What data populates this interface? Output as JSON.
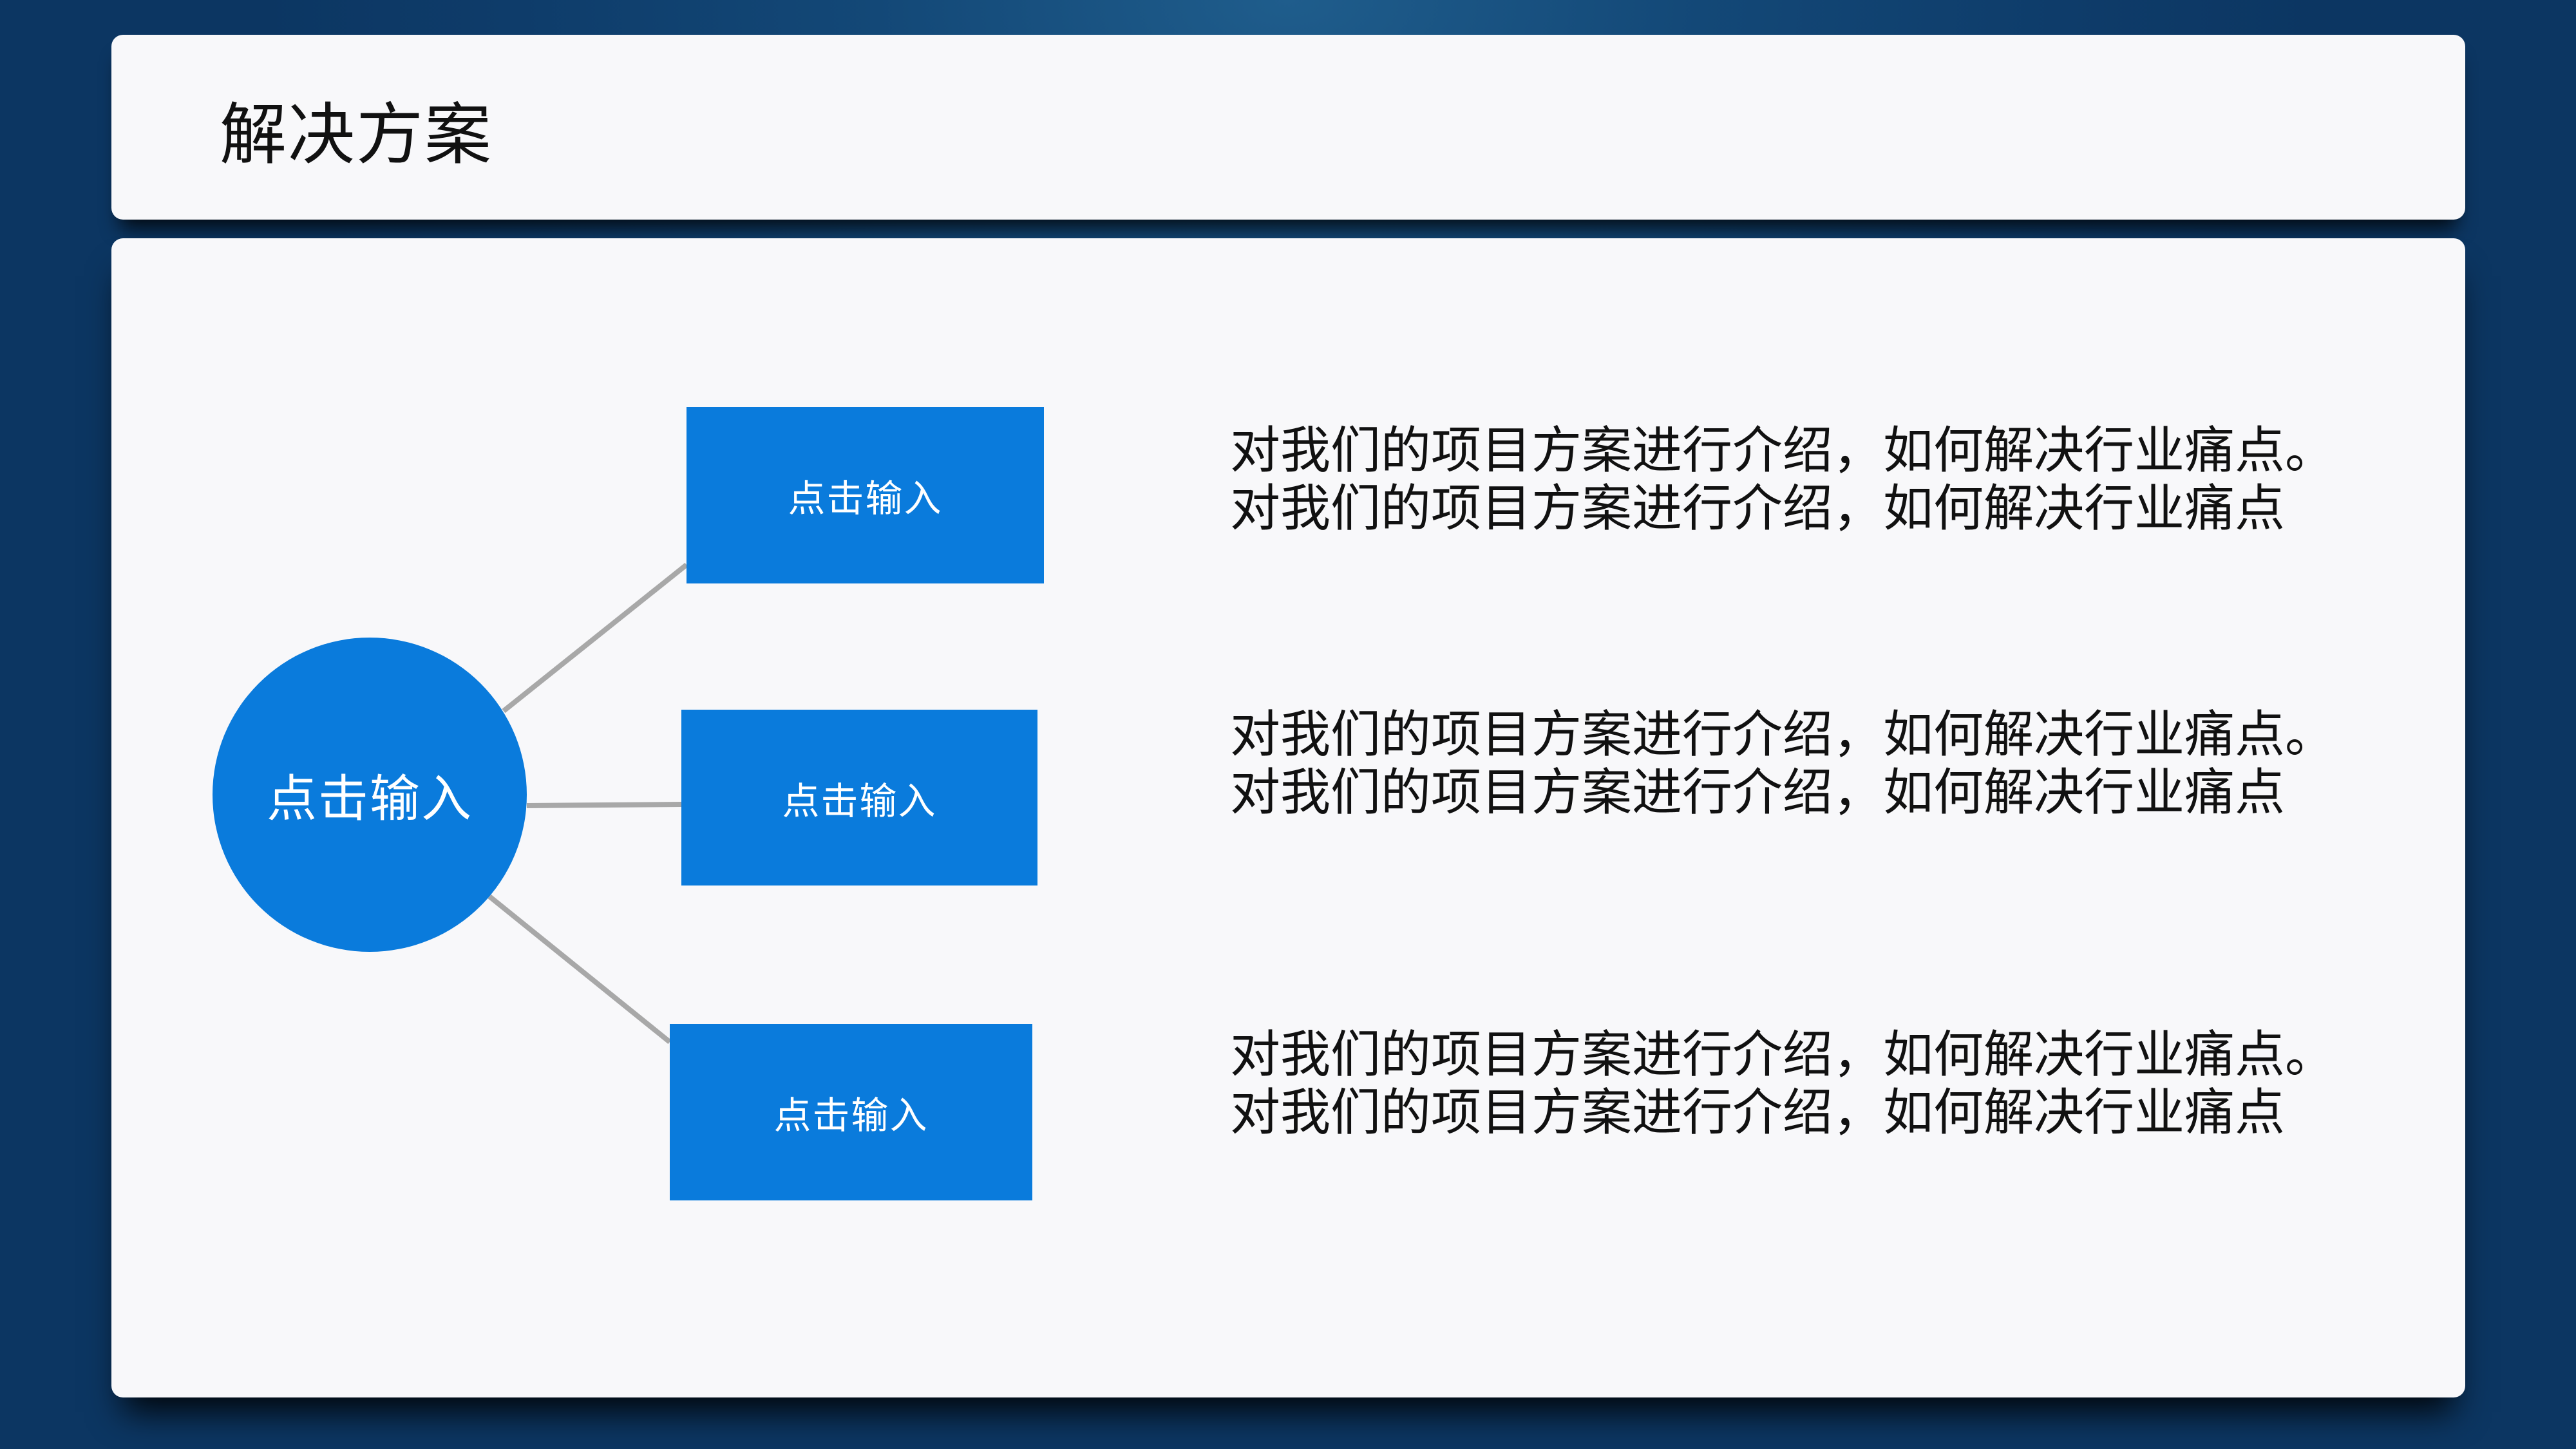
{
  "slide": {
    "title": "解决方案"
  },
  "diagram": {
    "hub_label": "点击输入",
    "branches": [
      {
        "label": "点击输入",
        "description_line1": "对我们的项目方案进行介绍，如何解决行业痛点。",
        "description_line2": "对我们的项目方案进行介绍，如何解决行业痛点"
      },
      {
        "label": "点击输入",
        "description_line1": "对我们的项目方案进行介绍，如何解决行业痛点。",
        "description_line2": "对我们的项目方案进行介绍，如何解决行业痛点"
      },
      {
        "label": "点击输入",
        "description_line1": "对我们的项目方案进行介绍，如何解决行业痛点。",
        "description_line2": "对我们的项目方案进行介绍，如何解决行业痛点"
      }
    ]
  },
  "colors": {
    "accent_blue": "#0a7bdc",
    "background_navy": "#0e3c6a",
    "panel": "#f8f8fa",
    "connector_gray": "#a8a8a8",
    "text": "#111111"
  }
}
